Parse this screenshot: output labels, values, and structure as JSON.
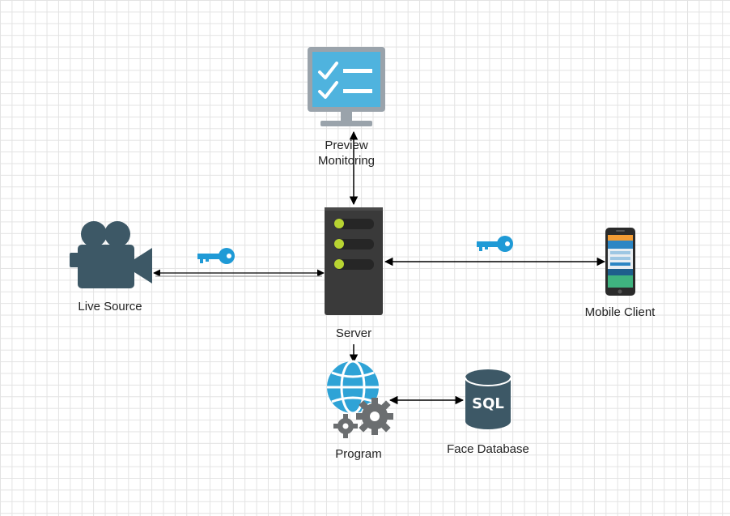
{
  "nodes": {
    "preview": {
      "label_line1": "Preview",
      "label_line2": "Monitoring",
      "icon": "monitor-checklist-icon"
    },
    "server": {
      "label": "Server",
      "icon": "server-rack-icon"
    },
    "live_source": {
      "label": "Live Source",
      "icon": "video-camera-icon"
    },
    "mobile_client": {
      "label": "Mobile Client",
      "icon": "smartphone-icon"
    },
    "program": {
      "label": "Program",
      "icon": "web-app-gears-icon"
    },
    "face_database": {
      "label": "Face Database",
      "icon": "sql-database-icon",
      "db_text": "SQL"
    }
  },
  "colors": {
    "monitor_blue": "#4fb3de",
    "monitor_frame": "#9aa3ab",
    "server_body": "#3a3a3a",
    "server_led": "#b8d432",
    "dark_slate": "#3d5866",
    "key_blue": "#1f9ad6",
    "globe_blue": "#2fa3d6",
    "gear_gray": "#6b6e70"
  }
}
